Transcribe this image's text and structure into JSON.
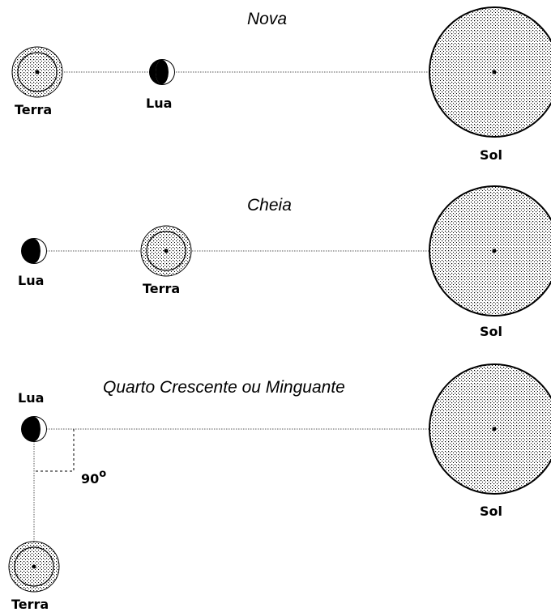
{
  "panels": {
    "nova": {
      "title": "Nova",
      "earth_label": "Terra",
      "moon_label": "Lua",
      "sun_label": "Sol"
    },
    "cheia": {
      "title": "Cheia",
      "moon_label": "Lua",
      "earth_label": "Terra",
      "sun_label": "Sol"
    },
    "quarto": {
      "title": "Quarto Crescente ou Minguante",
      "moon_label": "Lua",
      "earth_label": "Terra",
      "sun_label": "Sol",
      "angle_label": "90",
      "angle_unit": "o"
    }
  },
  "colors": {
    "ink": "#000000",
    "dot_pattern": "#000000",
    "background": "#ffffff"
  }
}
